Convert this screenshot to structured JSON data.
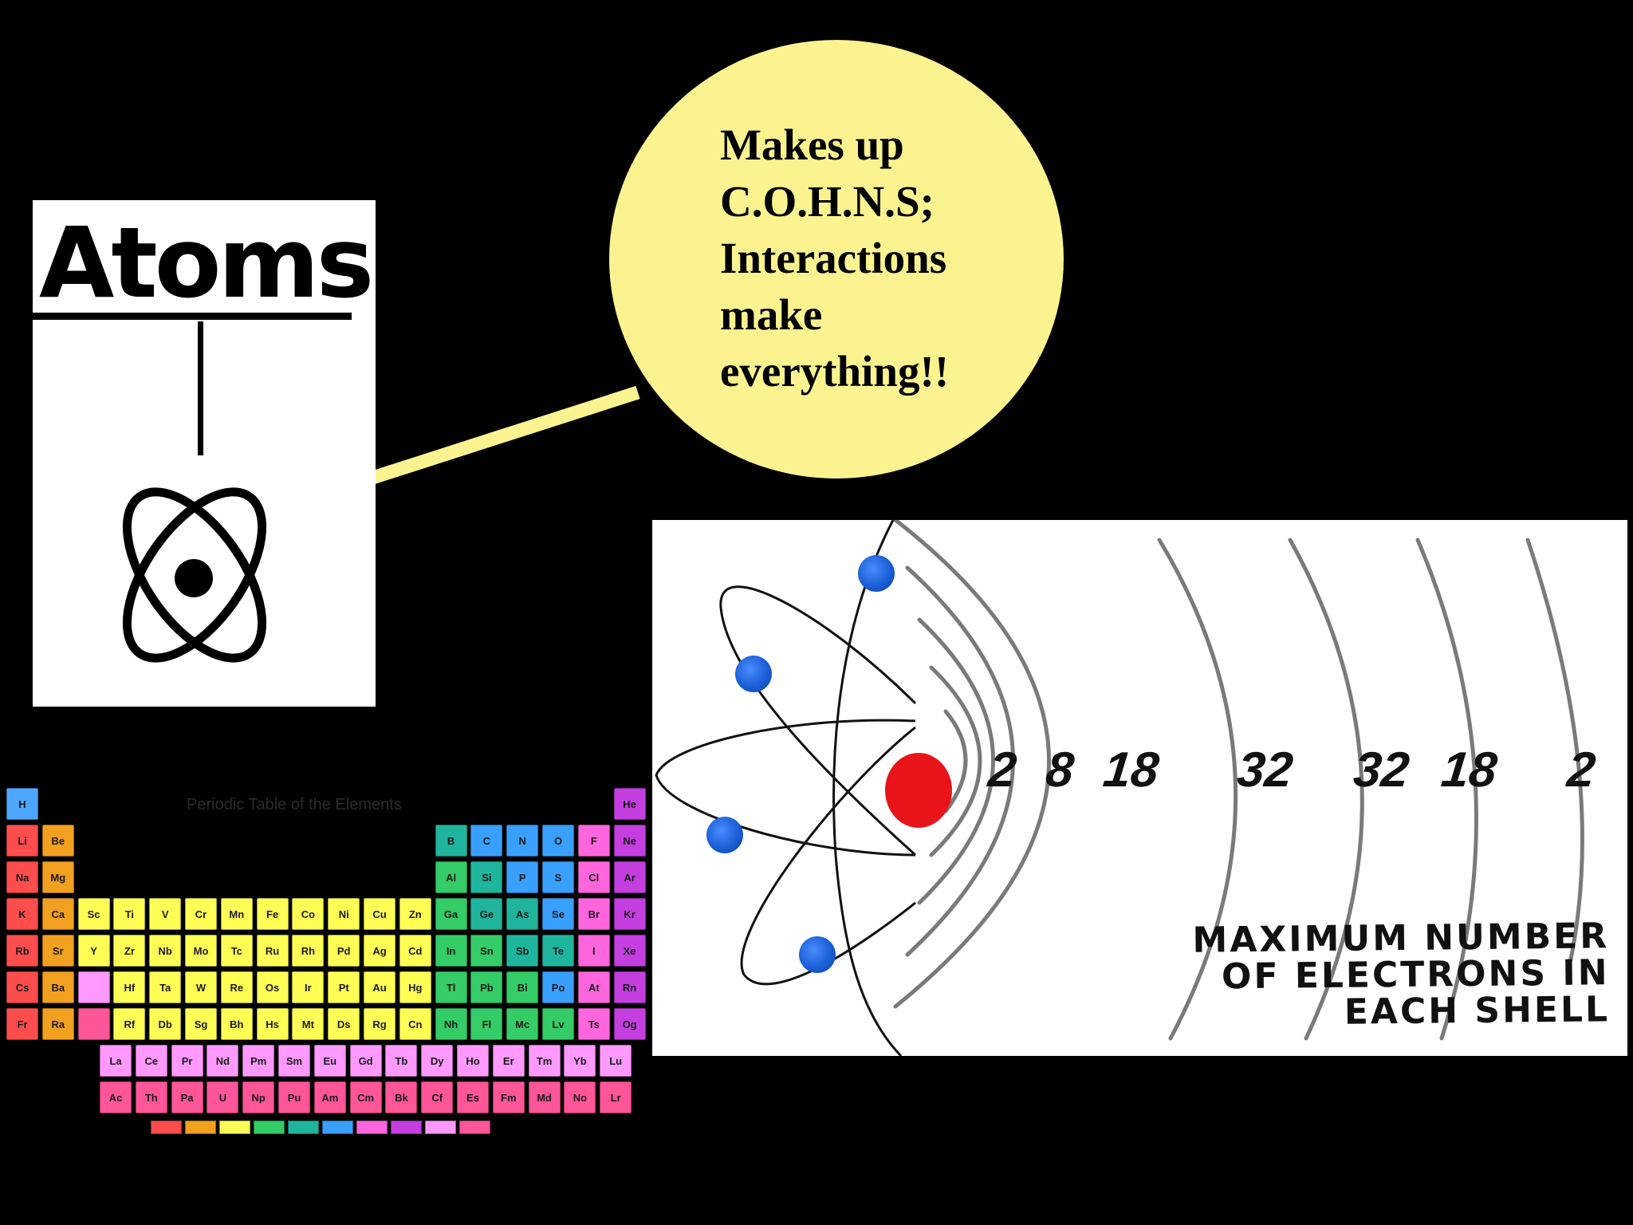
{
  "atoms_card": {
    "title": "Atoms"
  },
  "bubble": {
    "lines": [
      "Makes up",
      "C.O.H.N.S;",
      "Interactions",
      "make",
      "everything!!"
    ],
    "color": "#fbf38f"
  },
  "electron_shells": {
    "shell_counts": [
      "2",
      "8",
      "18",
      "32",
      "32",
      "18",
      "2"
    ],
    "caption_lines": [
      "MAXIMUM NUMBER",
      "OF ELECTRONS IN",
      "EACH SHELL"
    ],
    "nucleus_color": "#e8141a",
    "electron_color": "#1a5fd6"
  },
  "periodic_table": {
    "title": "Periodic Table of the Elements",
    "rows": [
      [
        "H",
        "",
        "",
        "",
        "",
        "",
        "",
        "",
        "",
        "",
        "",
        "",
        "",
        "",
        "",
        "",
        "",
        "He"
      ],
      [
        "Li",
        "Be",
        "",
        "",
        "",
        "",
        "",
        "",
        "",
        "",
        "",
        "",
        "B",
        "C",
        "N",
        "O",
        "F",
        "Ne"
      ],
      [
        "Na",
        "Mg",
        "",
        "",
        "",
        "",
        "",
        "",
        "",
        "",
        "",
        "",
        "Al",
        "Si",
        "P",
        "S",
        "Cl",
        "Ar"
      ],
      [
        "K",
        "Ca",
        "Sc",
        "Ti",
        "V",
        "Cr",
        "Mn",
        "Fe",
        "Co",
        "Ni",
        "Cu",
        "Zn",
        "Ga",
        "Ge",
        "As",
        "Se",
        "Br",
        "Kr"
      ],
      [
        "Rb",
        "Sr",
        "Y",
        "Zr",
        "Nb",
        "Mo",
        "Tc",
        "Ru",
        "Rh",
        "Pd",
        "Ag",
        "Cd",
        "In",
        "Sn",
        "Sb",
        "Te",
        "I",
        "Xe"
      ],
      [
        "Cs",
        "Ba",
        "*",
        "Hf",
        "Ta",
        "W",
        "Re",
        "Os",
        "Ir",
        "Pt",
        "Au",
        "Hg",
        "Tl",
        "Pb",
        "Bi",
        "Po",
        "At",
        "Rn"
      ],
      [
        "Fr",
        "Ra",
        "**",
        "Rf",
        "Db",
        "Sg",
        "Bh",
        "Hs",
        "Mt",
        "Ds",
        "Rg",
        "Cn",
        "Nh",
        "Fl",
        "Mc",
        "Lv",
        "Ts",
        "Og"
      ]
    ],
    "lanthanides": [
      "La",
      "Ce",
      "Pr",
      "Nd",
      "Pm",
      "Sm",
      "Eu",
      "Gd",
      "Tb",
      "Dy",
      "Ho",
      "Er",
      "Tm",
      "Yb",
      "Lu"
    ],
    "actinides": [
      "Ac",
      "Th",
      "Pa",
      "U",
      "Np",
      "Pu",
      "Am",
      "Cm",
      "Bk",
      "Cf",
      "Es",
      "Fm",
      "Md",
      "No",
      "Lr"
    ],
    "group_colors": {
      "alkali": "#ff4d4d",
      "alkaline": "#f2a01f",
      "transition": "#ffff55",
      "post_transition": "#33cc66",
      "metalloid": "#1fb59c",
      "nonmetal": "#3aa0ff",
      "halogen": "#ff66dd",
      "noble": "#c43ee0",
      "lanthanide": "#ff99ff",
      "actinide": "#ff5599",
      "hydrogen": "#4da6ff"
    },
    "legend_colors": [
      "#ff4d4d",
      "#f2a01f",
      "#ffff55",
      "#33cc66",
      "#1fb59c",
      "#3aa0ff",
      "#ff66dd",
      "#c43ee0",
      "#ff99ff",
      "#ff5599"
    ]
  }
}
